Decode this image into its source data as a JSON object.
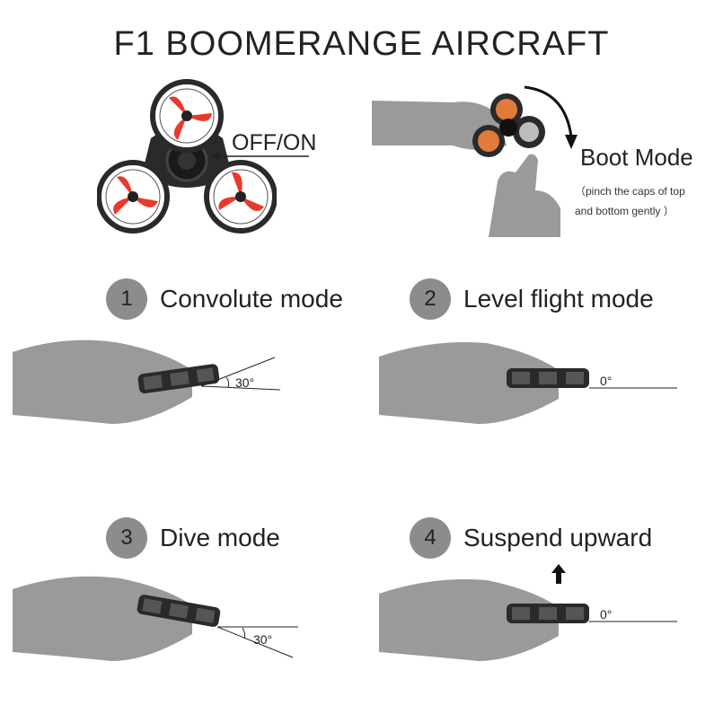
{
  "header": {
    "title": "F1 BOOMERANGE AIRCRAFT"
  },
  "product": {
    "switch_label": "OFF/ON",
    "boot_mode_label": "Boot Mode",
    "boot_mode_note_line1": "（pinch the caps of top",
    "boot_mode_note_line2": "and bottom gently ）"
  },
  "modes": [
    {
      "number": "1",
      "label": "Convolute mode",
      "angle": "30°"
    },
    {
      "number": "2",
      "label": "Level flight mode",
      "angle": "0°"
    },
    {
      "number": "3",
      "label": "Dive mode",
      "angle": "30°"
    },
    {
      "number": "4",
      "label": "Suspend upward",
      "angle": "0°"
    }
  ],
  "colors": {
    "propeller": "#e8392b",
    "body": "#2a2a2a",
    "hand": "#9a9a9a",
    "badge": "#8c8c8c"
  }
}
